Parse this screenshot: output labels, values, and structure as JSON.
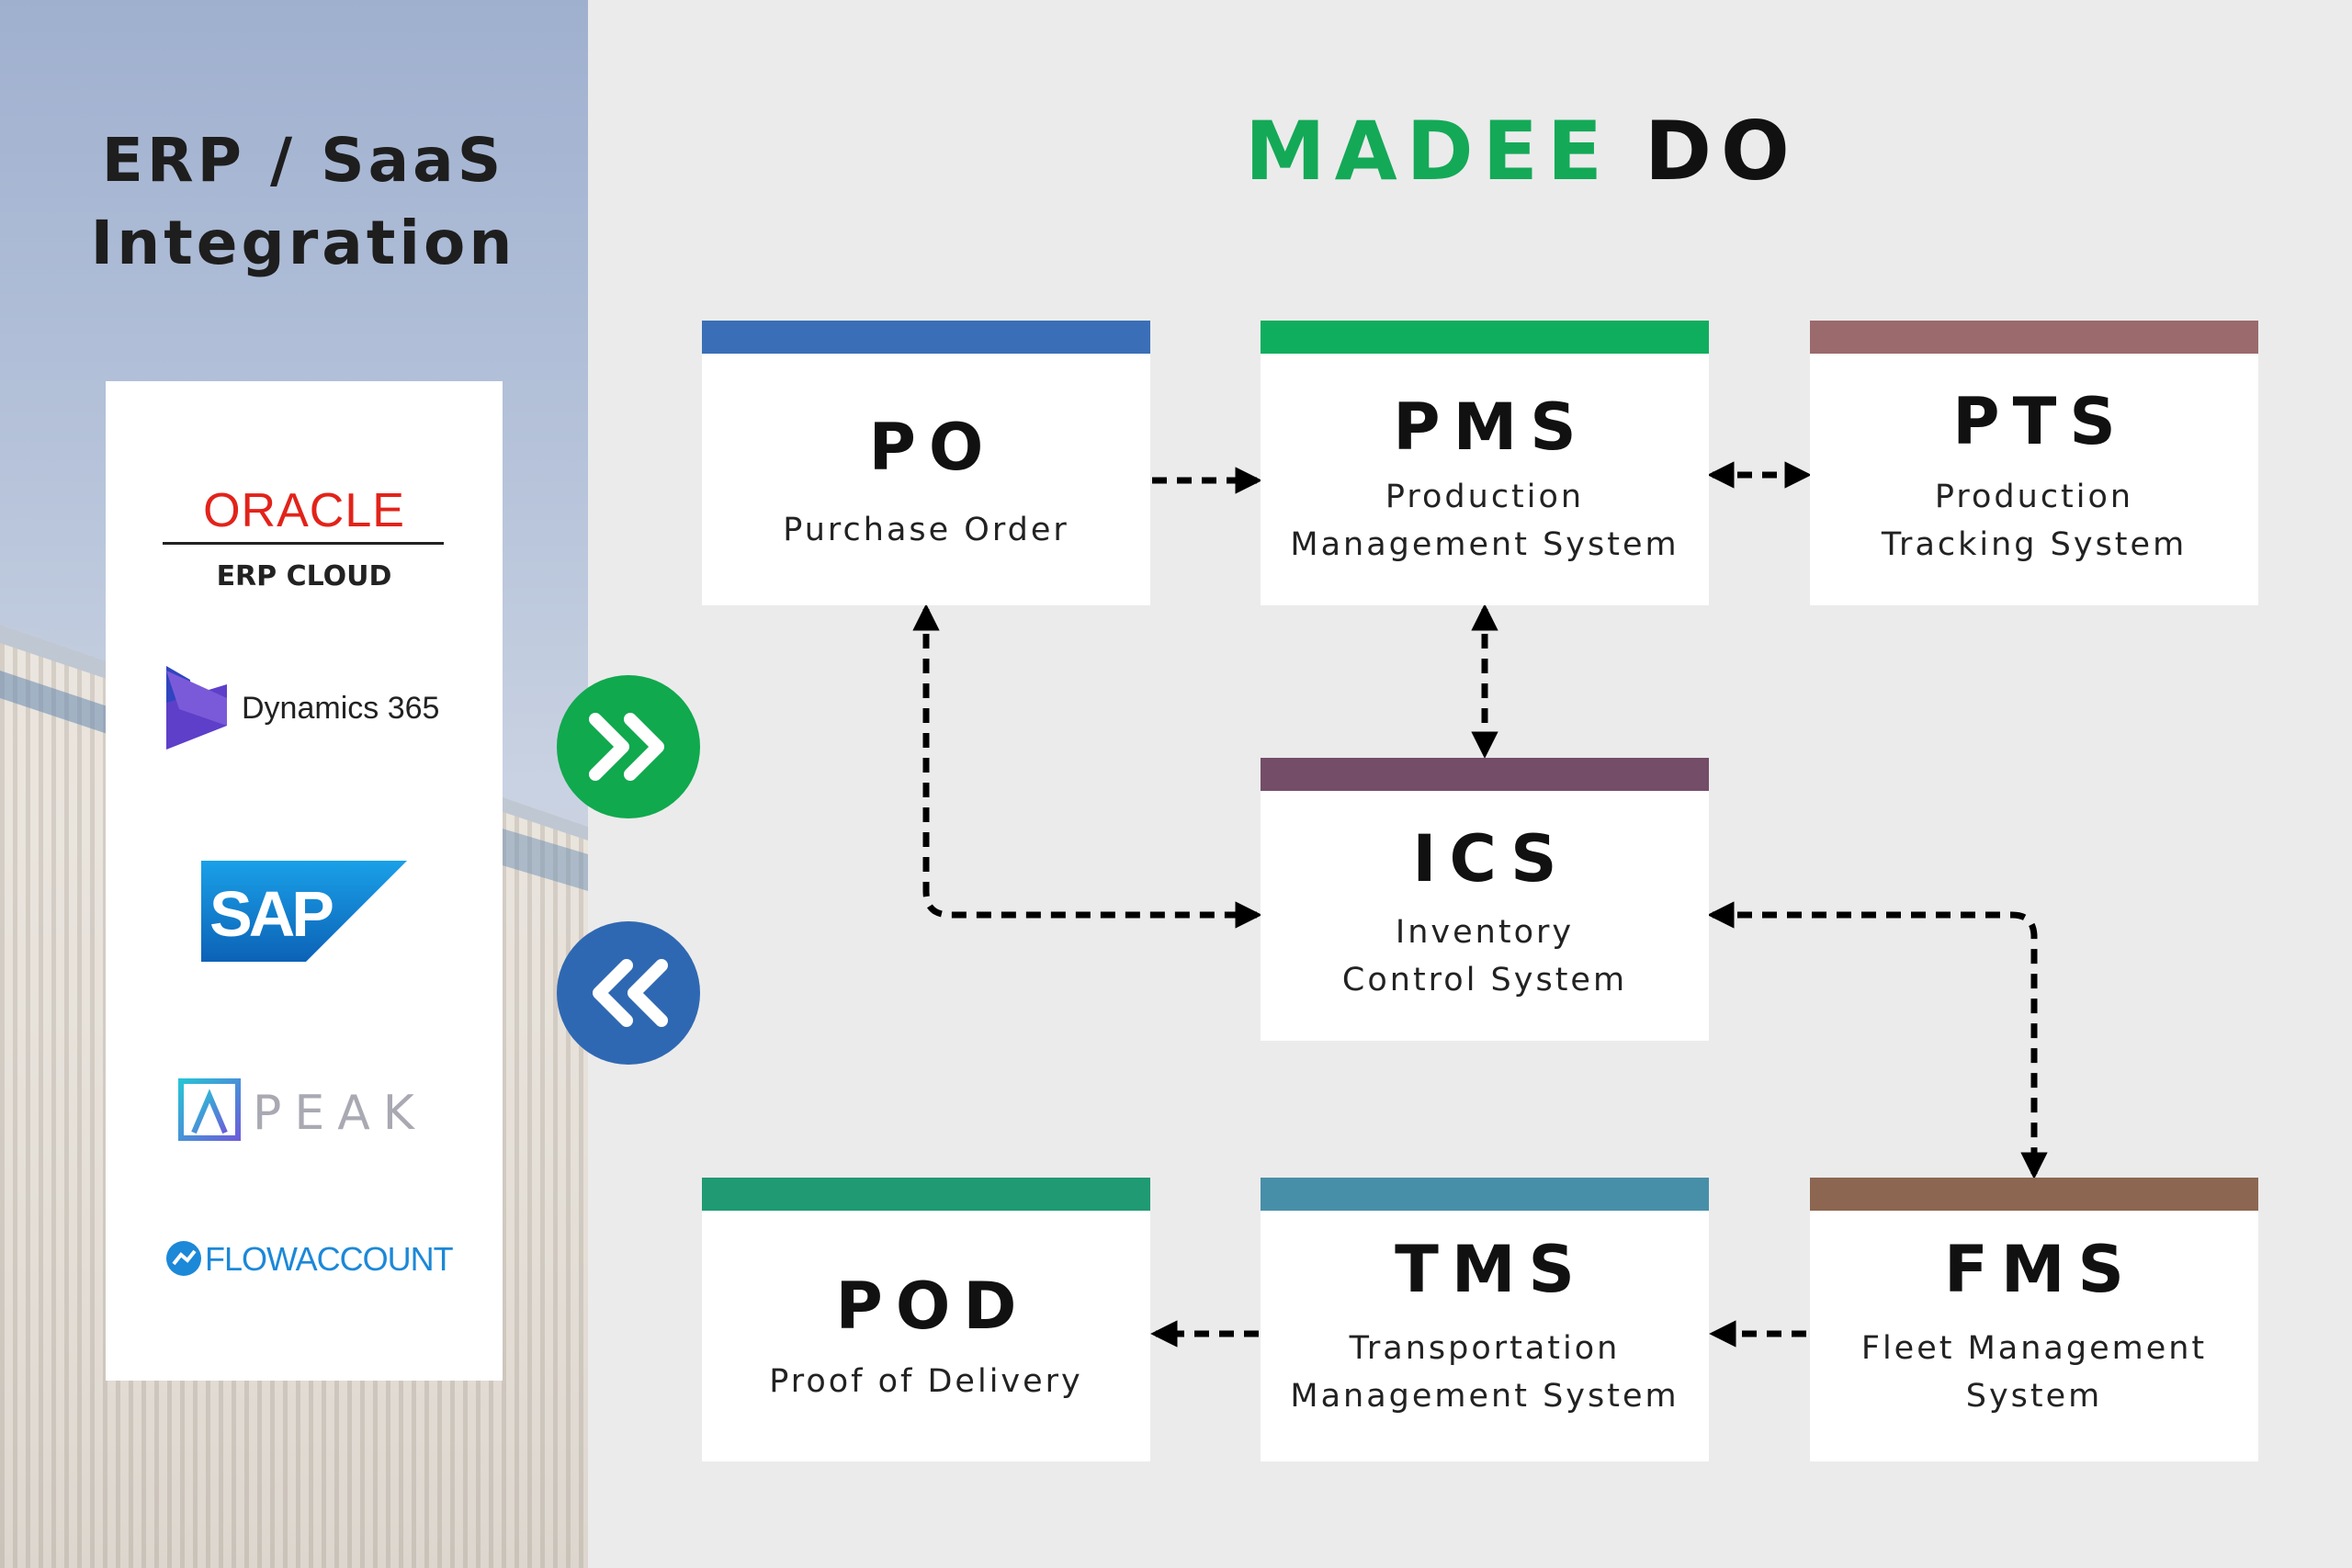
{
  "left_panel": {
    "title_line1": "ERP / SaaS",
    "title_line2": "Integration",
    "logos": [
      {
        "name": "ORACLE",
        "sub": "ERP CLOUD",
        "color": "#e2231a"
      },
      {
        "name": "Dynamics 365"
      },
      {
        "name": "SAP"
      },
      {
        "name": "PEAK"
      },
      {
        "name": "FLOWACCOUNT",
        "color": "#1c88d8"
      }
    ]
  },
  "title": {
    "part1": "MADEE",
    "part2": "DO"
  },
  "colors": {
    "po": "#3a6fb7",
    "pms": "#0fae5e",
    "pts": "#9b6a6c",
    "ics": "#744d68",
    "pod": "#1f9a73",
    "tms": "#478fa8",
    "fms": "#8c6651",
    "forward_circle": "#10a94e",
    "back_circle": "#2f68b2",
    "madee": "#14a957"
  },
  "boxes": {
    "po": {
      "abbr": "PO",
      "desc1": "Purchase Order",
      "desc2": ""
    },
    "pms": {
      "abbr": "PMS",
      "desc1": "Production",
      "desc2": "Management System"
    },
    "pts": {
      "abbr": "PTS",
      "desc1": "Production",
      "desc2": "Tracking System"
    },
    "ics": {
      "abbr": "ICS",
      "desc1": "Inventory",
      "desc2": "Control System"
    },
    "pod": {
      "abbr": "POD",
      "desc1": "Proof of Delivery",
      "desc2": ""
    },
    "tms": {
      "abbr": "TMS",
      "desc1": "Transportation",
      "desc2": "Management System"
    },
    "fms": {
      "abbr": "FMS",
      "desc1": "Fleet Management",
      "desc2": "System"
    }
  },
  "icons": {
    "forward": "double-chevron-right-icon",
    "back": "double-chevron-left-icon"
  }
}
